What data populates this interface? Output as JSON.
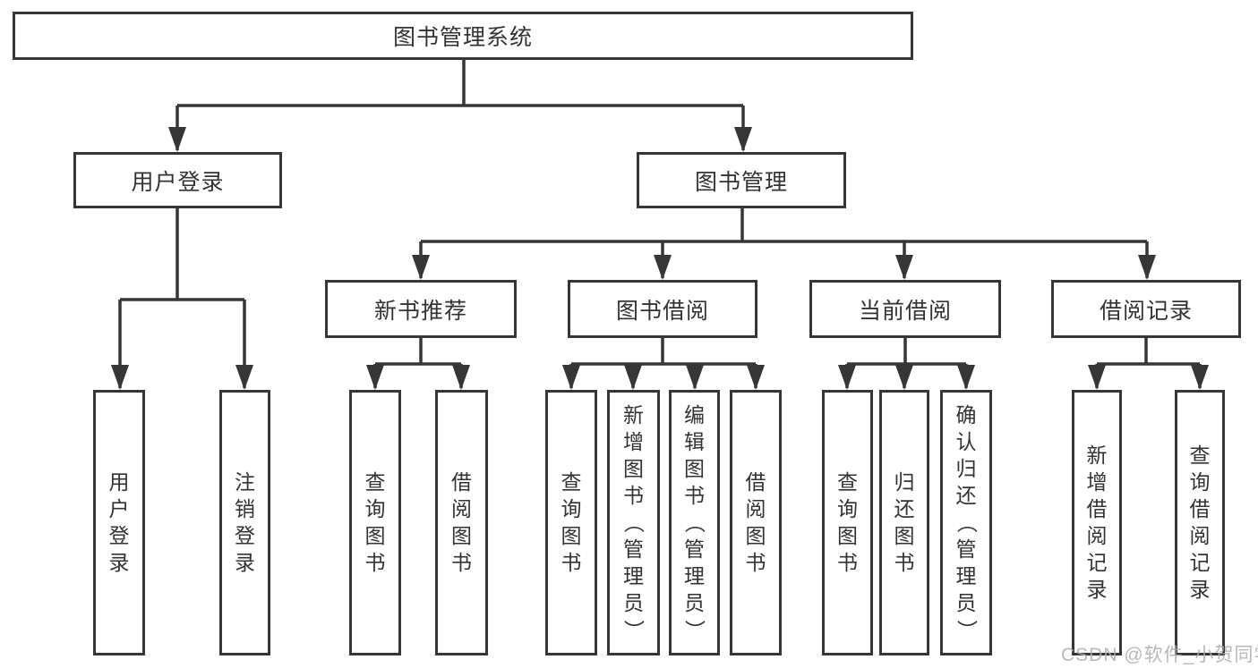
{
  "tree": {
    "label": "图书管理系统",
    "children": [
      {
        "label": "用户登录",
        "children": [
          {
            "label": "用户登录"
          },
          {
            "label": "注销登录"
          }
        ]
      },
      {
        "label": "图书管理",
        "children": [
          {
            "label": "新书推荐",
            "children": [
              {
                "label": "查询图书"
              },
              {
                "label": "借阅图书"
              }
            ]
          },
          {
            "label": "图书借阅",
            "children": [
              {
                "label": "查询图书"
              },
              {
                "label": "新增图书（管理员）"
              },
              {
                "label": "编辑图书（管理员）"
              },
              {
                "label": "借阅图书"
              }
            ]
          },
          {
            "label": "当前借阅",
            "children": [
              {
                "label": "查询图书"
              },
              {
                "label": "归还图书"
              },
              {
                "label": "确认归还（管理员）"
              }
            ]
          },
          {
            "label": "借阅记录",
            "children": [
              {
                "label": "新增借阅记录"
              },
              {
                "label": "查询借阅记录"
              }
            ]
          }
        ]
      }
    ]
  },
  "watermark": "CSDN @软件_小贺同学",
  "colors": {
    "line": "#363636",
    "box_border": "#363636",
    "text": "#333333",
    "watermark": "#adadad",
    "background": "#ffffff"
  }
}
